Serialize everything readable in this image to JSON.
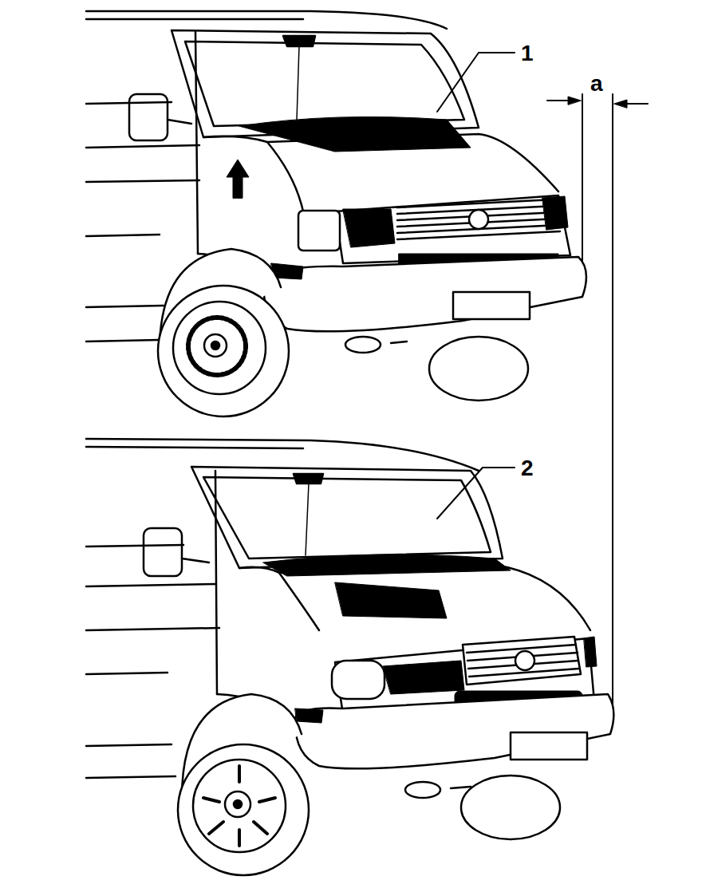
{
  "diagram": {
    "labels": [
      "1",
      "2",
      "a"
    ]
  }
}
